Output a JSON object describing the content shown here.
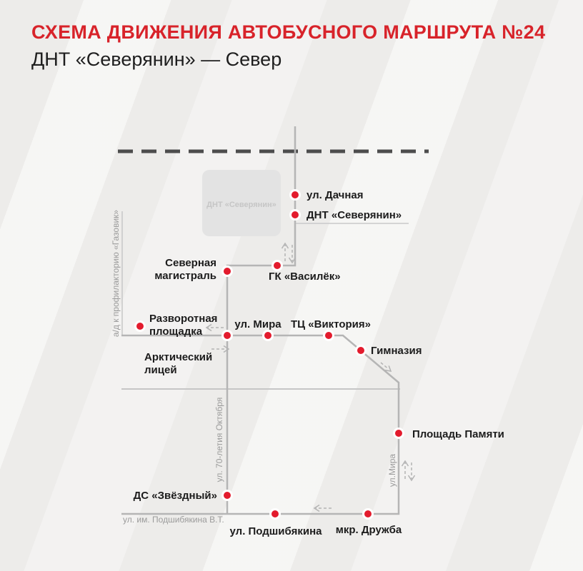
{
  "header": {
    "title": "СХЕМА ДВИЖЕНИЯ АВТОБУСНОГО МАРШРУТА №24",
    "subtitle": "ДНТ «Северянин» — Север"
  },
  "colors": {
    "accent": "#d8232a",
    "stop_dot": "#e31b2d",
    "route_line": "#b5b5b5",
    "street_text": "#9b9b9b"
  },
  "area": {
    "dnt_block": "ДНТ «Северянин»"
  },
  "stops": {
    "dachnaya": "ул. Дачная",
    "dnt_severyanin": "ДНТ «Северянин»",
    "gk_vasilek": "ГК «Василёк»",
    "severnaya_line1": "Северная",
    "severnaya_line2": "магистраль",
    "razvorotnaya_line1": "Разворотная",
    "razvorotnaya_line2": "площадка",
    "arktichesky_line1": "Арктический",
    "arktichesky_line2": "лицей",
    "ul_mira": "ул. Мира",
    "tc_victoria": "ТЦ «Виктория»",
    "gimnaziya": "Гимназия",
    "ploshchad_pamyati": "Площадь Памяти",
    "mkr_druzhba": "мкр. Дружба",
    "ul_podshibyakina": "ул. Подшибякина",
    "ds_zvezdny": "ДС «Звёздный»"
  },
  "streets": {
    "gazovik": "а/д к профилакторию «Газовик»",
    "oktyabrya70": "ул. 70-летия Октября",
    "mira": "ул.Мира",
    "podshibyakina": "ул. им. Подшибякина В.Т."
  }
}
